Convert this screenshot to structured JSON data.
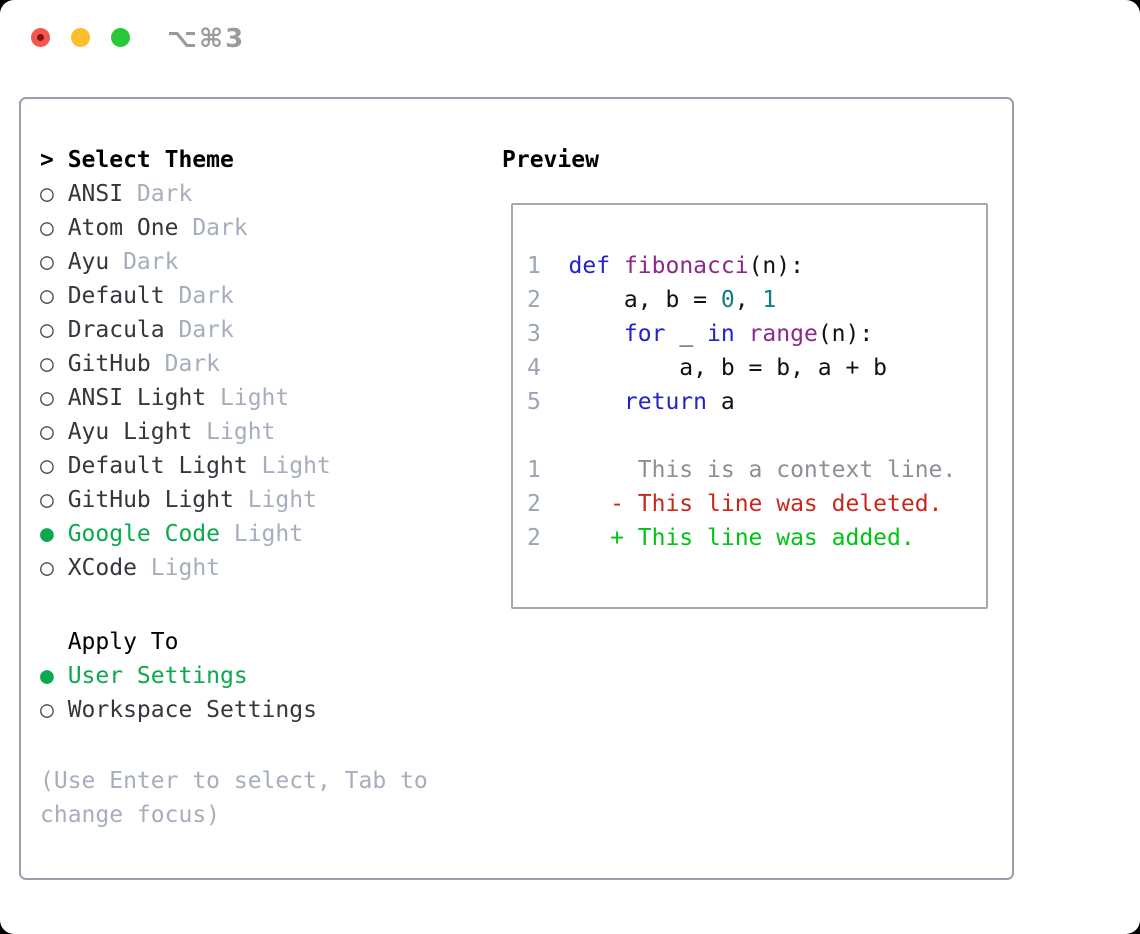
{
  "window": {
    "titlebar": {
      "shortcut": "⌥⌘3"
    }
  },
  "icons": {
    "radio_unselected": "○",
    "radio_selected": "●",
    "prompt": ">",
    "traffic_lights": [
      "close-icon",
      "minimize-icon",
      "zoom-icon"
    ]
  },
  "theme_picker": {
    "header_label": "Select Theme",
    "themes": [
      {
        "name": "ANSI",
        "variant": "Dark",
        "selected": false
      },
      {
        "name": "Atom One",
        "variant": "Dark",
        "selected": false
      },
      {
        "name": "Ayu",
        "variant": "Dark",
        "selected": false
      },
      {
        "name": "Default",
        "variant": "Dark",
        "selected": false
      },
      {
        "name": "Dracula",
        "variant": "Dark",
        "selected": false
      },
      {
        "name": "GitHub",
        "variant": "Dark",
        "selected": false
      },
      {
        "name": "ANSI Light",
        "variant": "Light",
        "selected": false
      },
      {
        "name": "Ayu Light",
        "variant": "Light",
        "selected": false
      },
      {
        "name": "Default Light",
        "variant": "Light",
        "selected": false
      },
      {
        "name": "GitHub Light",
        "variant": "Light",
        "selected": false
      },
      {
        "name": "Google Code",
        "variant": "Light",
        "selected": true
      },
      {
        "name": "XCode",
        "variant": "Light",
        "selected": false
      }
    ],
    "apply_to": {
      "label": "Apply To",
      "options": [
        {
          "name": "User Settings",
          "selected": true
        },
        {
          "name": "Workspace Settings",
          "selected": false
        }
      ]
    },
    "help_text": "(Use Enter to select, Tab to change focus)"
  },
  "preview": {
    "label": "Preview",
    "code_lines": [
      {
        "num": "1",
        "tokens": [
          {
            "t": "def",
            "c": "kwd"
          },
          {
            "t": " ",
            "c": "pln"
          },
          {
            "t": "fibonacci",
            "c": "typ"
          },
          {
            "t": "(n):",
            "c": "pln"
          }
        ]
      },
      {
        "num": "2",
        "tokens": [
          {
            "t": "    a, b = ",
            "c": "pln"
          },
          {
            "t": "0",
            "c": "lit"
          },
          {
            "t": ", ",
            "c": "pln"
          },
          {
            "t": "1",
            "c": "lit"
          }
        ]
      },
      {
        "num": "3",
        "tokens": [
          {
            "t": "    ",
            "c": "pln"
          },
          {
            "t": "for",
            "c": "kwd"
          },
          {
            "t": " _ ",
            "c": "pln"
          },
          {
            "t": "in",
            "c": "kwd"
          },
          {
            "t": " ",
            "c": "pln"
          },
          {
            "t": "range",
            "c": "typ"
          },
          {
            "t": "(n):",
            "c": "pln"
          }
        ]
      },
      {
        "num": "4",
        "tokens": [
          {
            "t": "        a, b = b, a + b",
            "c": "pln"
          }
        ]
      },
      {
        "num": "5",
        "tokens": [
          {
            "t": "    ",
            "c": "pln"
          },
          {
            "t": "return",
            "c": "kwd"
          },
          {
            "t": " a",
            "c": "pln"
          }
        ]
      }
    ],
    "diff_lines": [
      {
        "num": "1",
        "type": "context",
        "marker": "",
        "text": "This is a context line."
      },
      {
        "num": "2",
        "type": "deleted",
        "marker": "-",
        "text": "This line was deleted."
      },
      {
        "num": "2",
        "type": "added",
        "marker": "+",
        "text": "This line was added."
      }
    ]
  },
  "colors": {
    "accent_green": "#0aa94e",
    "traffic_red": "#f2564d",
    "traffic_red_dot": "#7d1611",
    "traffic_yellow": "#fcbe2c",
    "traffic_green": "#2ac73a",
    "titlebar_text": "#9b9b9b",
    "panel_border": "#98a0ac",
    "preview_border": "#a2a9b3",
    "radio_outline": "#4a4f55",
    "item_text": "#34383d",
    "muted_text": "#a6aebb",
    "line_number": "#9aa4b2",
    "syntax_keyword": "#2323c8",
    "syntax_function": "#8b2a8b",
    "syntax_literal": "#0e7f7f",
    "syntax_plain": "#111111",
    "diff_context": "#8b9096",
    "diff_deleted": "#c9271c",
    "diff_added": "#00c414"
  }
}
